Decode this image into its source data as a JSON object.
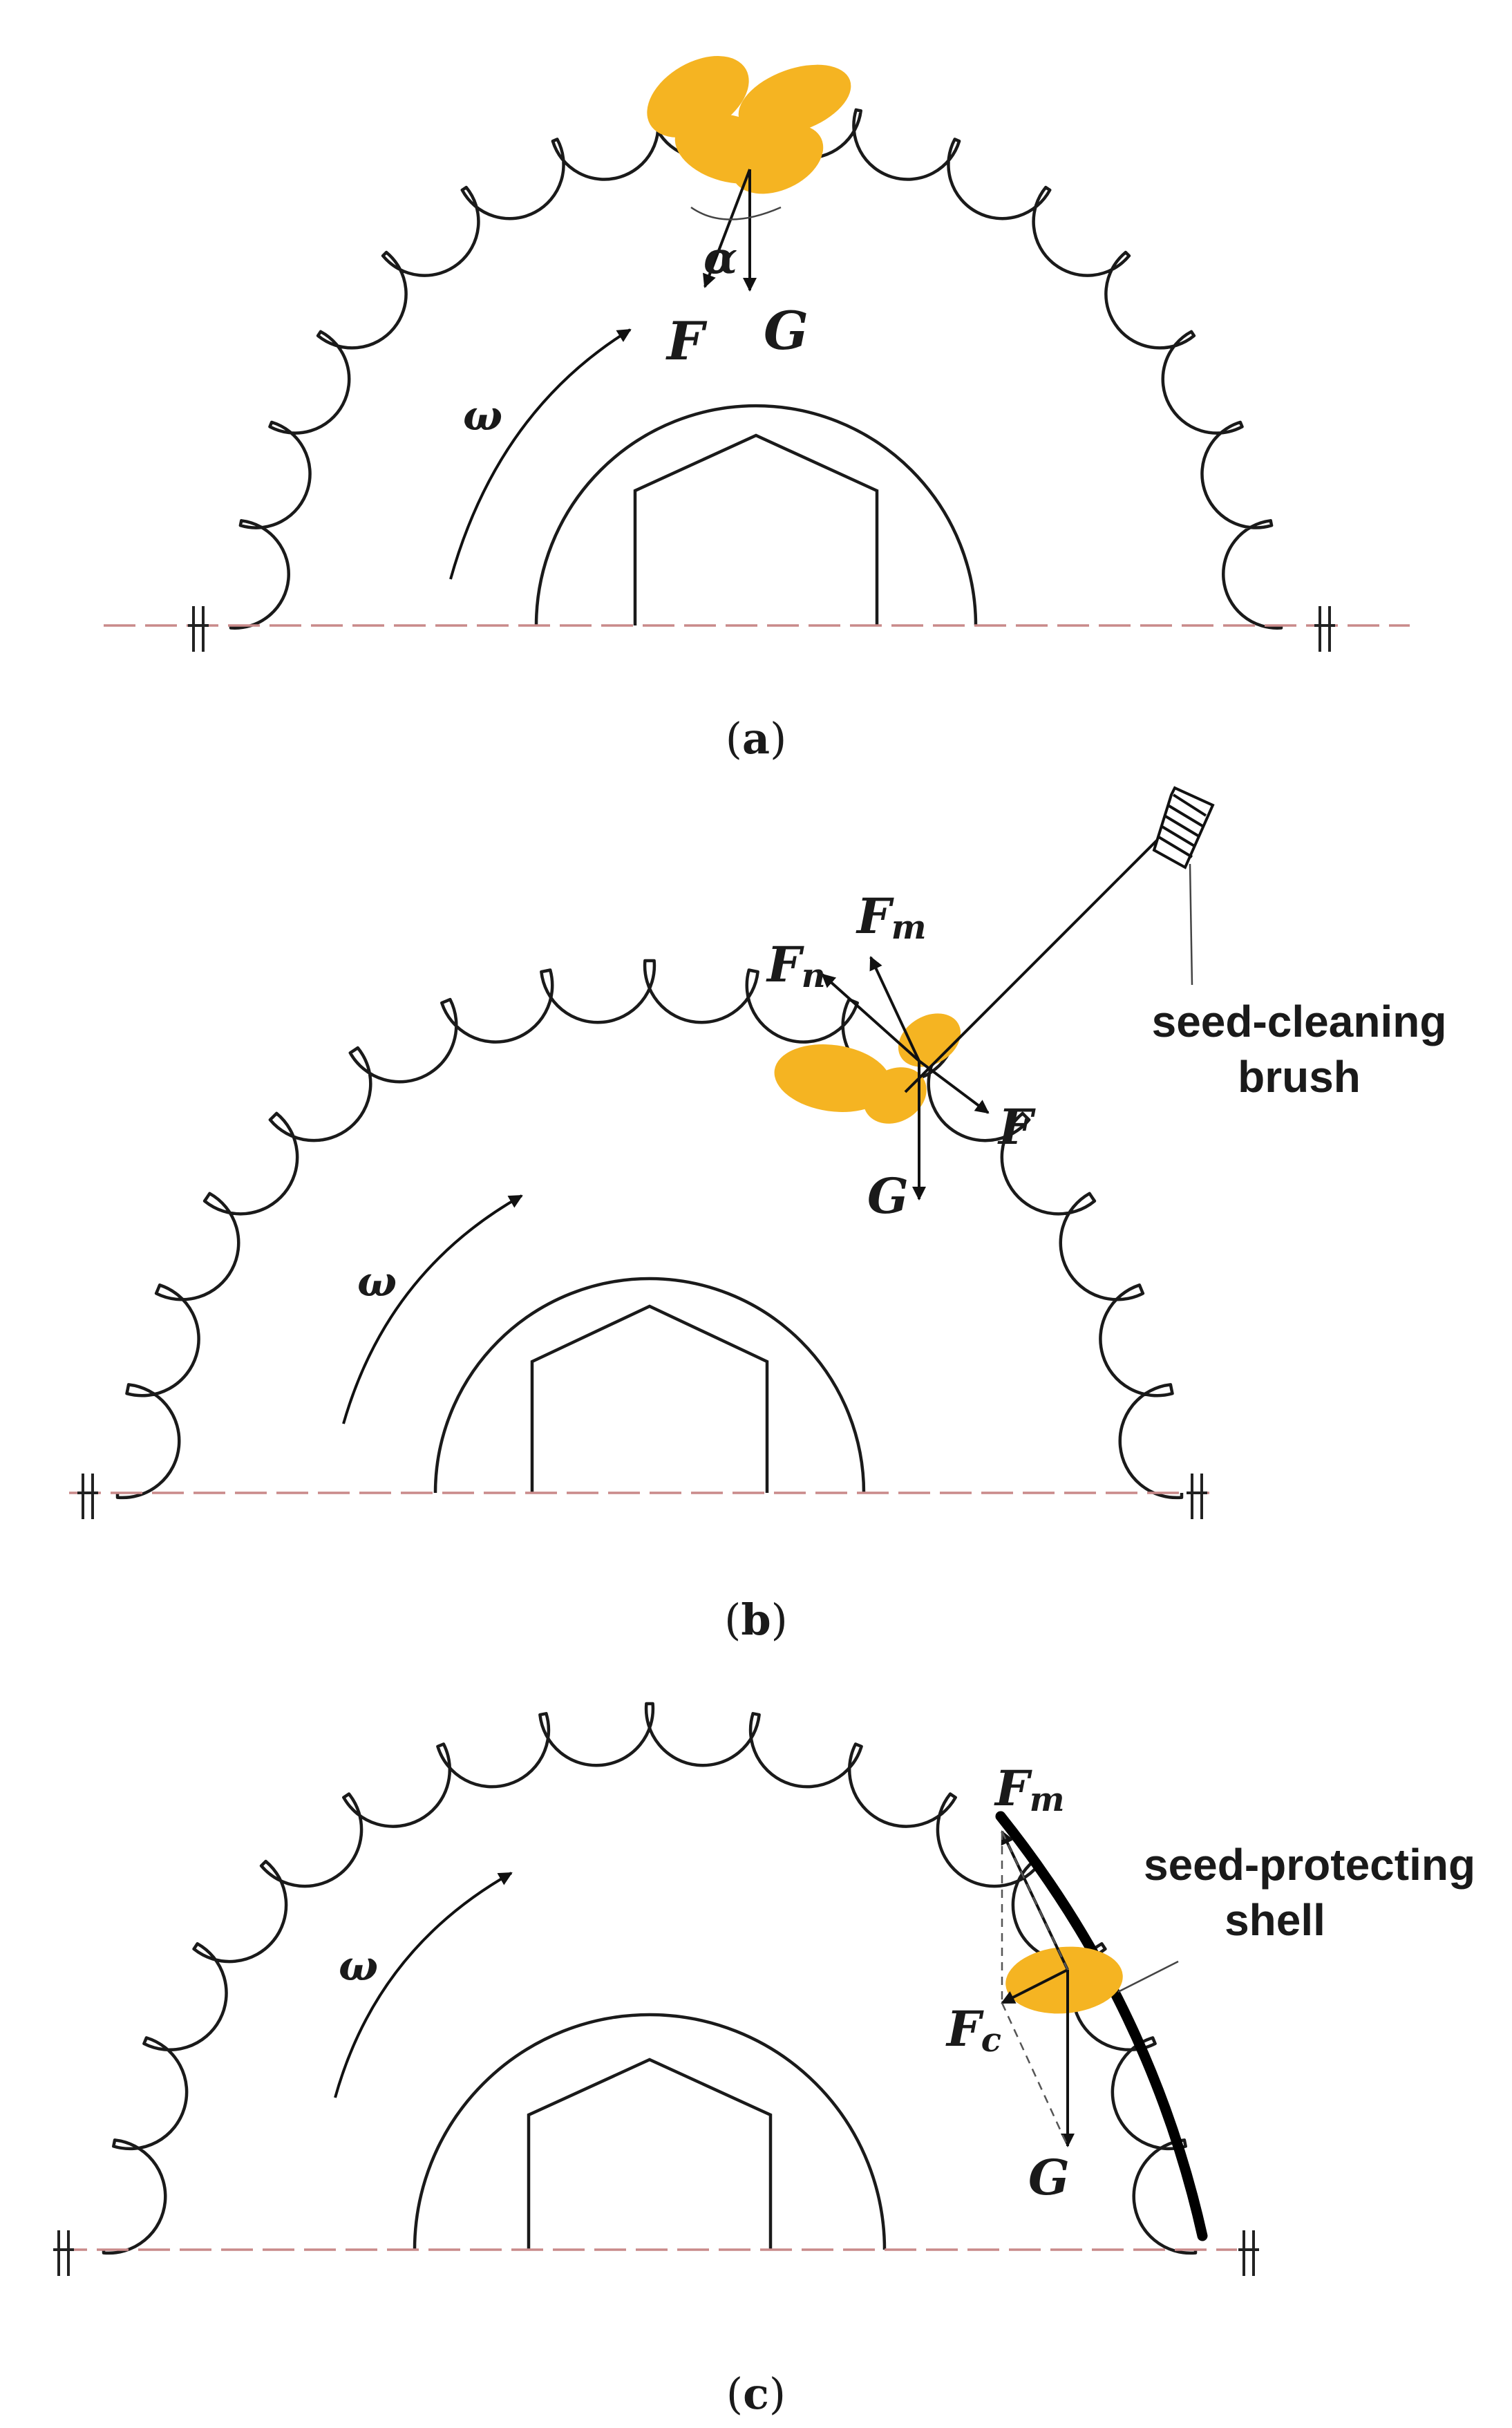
{
  "panels": [
    {
      "id": "a",
      "caption": {
        "open": "(",
        "letter": "a",
        "close": ")"
      },
      "labels": {
        "omega": "ω",
        "alpha": "α",
        "force_f": "F",
        "gravity": "G"
      }
    },
    {
      "id": "b",
      "caption": {
        "open": "(",
        "letter": "b",
        "close": ")"
      },
      "labels": {
        "omega": "ω",
        "fn": "Fn",
        "fm": "Fm",
        "force_f": "F",
        "gravity": "G"
      },
      "callout": [
        "seed-cleaning",
        "brush"
      ]
    },
    {
      "id": "c",
      "caption": {
        "open": "(",
        "letter": "c",
        "close": ")"
      },
      "labels": {
        "omega": "ω",
        "fm": "Fm",
        "fc": "Fc",
        "gravity": "G"
      },
      "callout": [
        "seed-protecting",
        "shell"
      ]
    }
  ],
  "colors": {
    "seed": "#f5b422",
    "center_line": "#c98a8a",
    "ink": "#1a1a1a"
  }
}
